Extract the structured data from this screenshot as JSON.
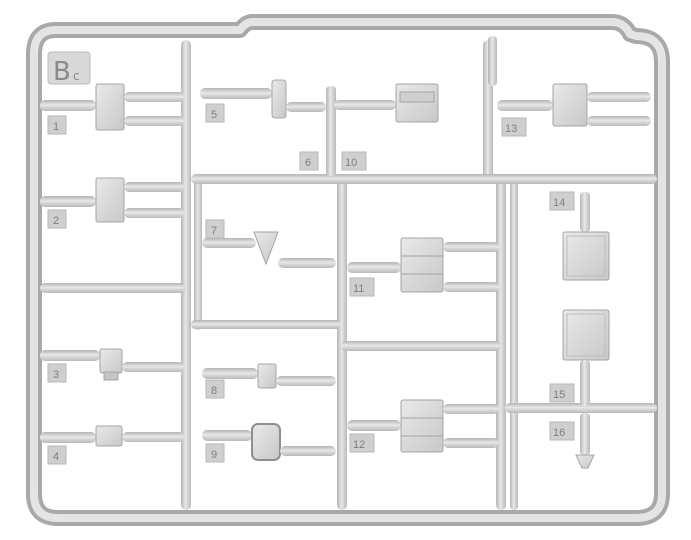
{
  "sprue": {
    "letter": "B",
    "letter_suffix": "c"
  },
  "part_numbers": [
    "1",
    "2",
    "3",
    "4",
    "5",
    "6",
    "10",
    "7",
    "8",
    "9",
    "11",
    "12",
    "13",
    "14",
    "15",
    "16"
  ],
  "colors": {
    "plastic": "#d4d4d4",
    "plastic_light": "#e6e6e6",
    "plastic_dark": "#a9a9a9",
    "label_tab": "#c7c7c7",
    "label_text": "#7e7e7e",
    "background": "#ffffff"
  }
}
